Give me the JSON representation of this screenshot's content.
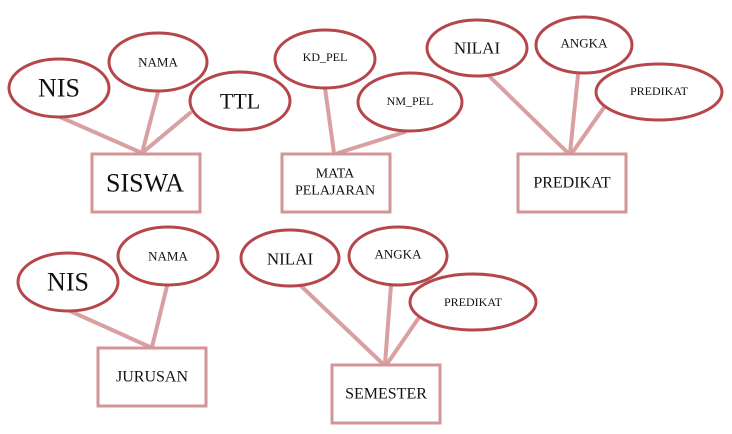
{
  "colors": {
    "attribute_stroke": "#b5474b",
    "entity_stroke": "#d49597",
    "link_stroke": "#d9a0a2",
    "text": "#111111",
    "background": "#ffffff"
  },
  "entities": [
    {
      "name": "SISWA",
      "label": "SISWA",
      "attributes": [
        "NIS",
        "NAMA",
        "TTL"
      ]
    },
    {
      "name": "MATA PELAJARAN",
      "label_line1": "MATA",
      "label_line2": "PELAJARAN",
      "attributes": [
        "KD_PEL",
        "NM_PEL"
      ]
    },
    {
      "name": "PREDIKAT",
      "label": "PREDIKAT",
      "attributes": [
        "NILAI",
        "ANGKA",
        "PREDIKAT"
      ]
    },
    {
      "name": "JURUSAN",
      "label": "JURUSAN",
      "attributes": [
        "NIS",
        "NAMA"
      ]
    },
    {
      "name": "SEMESTER",
      "label": "SEMESTER",
      "attributes": [
        "NILAI",
        "ANGKA",
        "PREDIKAT"
      ]
    }
  ]
}
